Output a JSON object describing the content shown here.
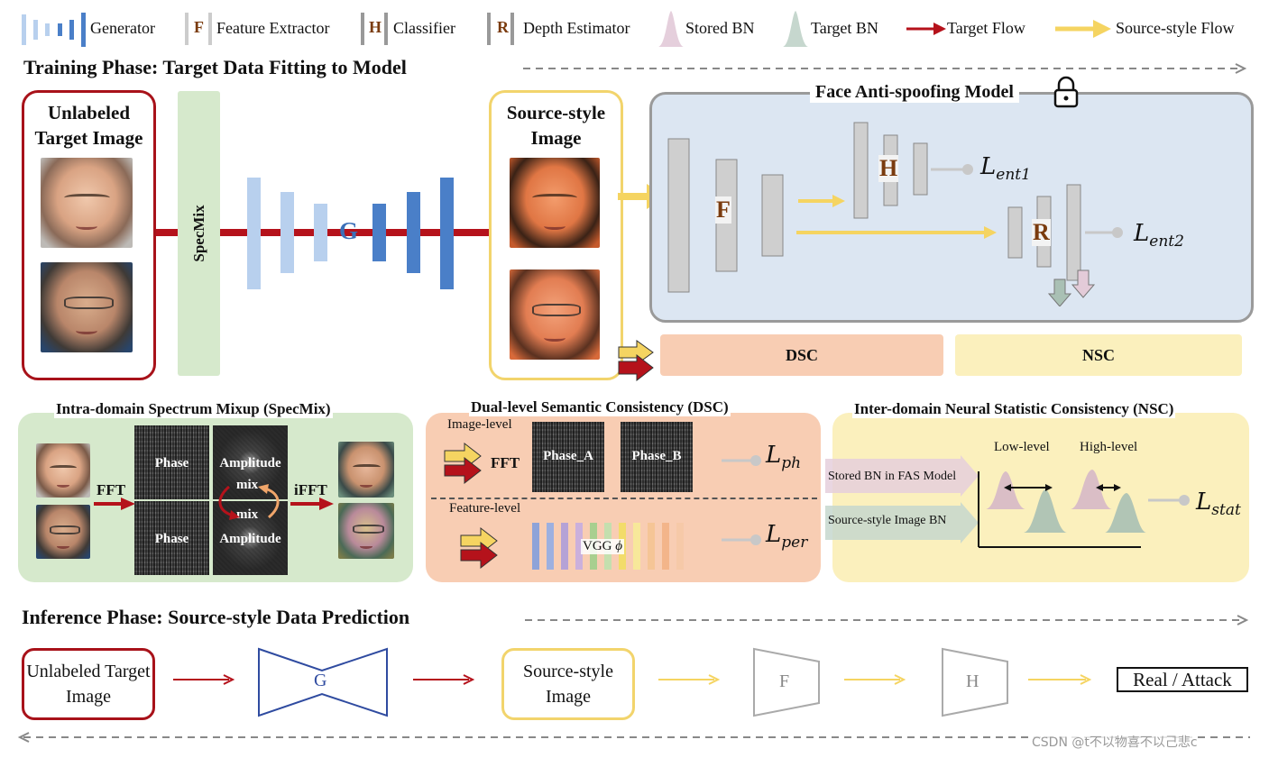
{
  "legend": {
    "generator": "Generator",
    "feature_extractor": "Feature Extractor",
    "feature_letter": "F",
    "classifier": "Classifier",
    "classifier_letter": "H",
    "depth_estimator": "Depth Estimator",
    "depth_letter": "R",
    "stored_bn": "Stored BN",
    "target_bn": "Target BN",
    "target_flow": "Target Flow",
    "source_flow": "Source-style Flow"
  },
  "training": {
    "title": "Training Phase:  Target Data Fitting to Model",
    "unlabeled_target": "Unlabeled Target Image",
    "specmix": "SpecMix",
    "generator_letter": "G",
    "source_style": "Source-style Image",
    "fas_model": "Face Anti-spoofing Model",
    "f_letter": "F",
    "h_letter": "H",
    "r_letter": "R",
    "loss_ent1": "L",
    "loss_ent1_sub": "ent1",
    "loss_ent2": "L",
    "loss_ent2_sub": "ent2",
    "dsc": "DSC",
    "nsc": "NSC"
  },
  "specmix_panel": {
    "title": "Intra-domain Spectrum Mixup (SpecMix)",
    "fft": "FFT",
    "ifft": "iFFT",
    "phase": "Phase",
    "amplitude": "Amplitude",
    "mix": "mix"
  },
  "dsc_panel": {
    "title": "Dual-level Semantic Consistency (DSC)",
    "image_level": "Image-level",
    "fft": "FFT",
    "phase_a": "Phase_A",
    "phase_b": "Phase_B",
    "loss_ph": "L",
    "loss_ph_sub": "ph",
    "feature_level": "Feature-level",
    "vgg": "VGG",
    "phi": "ϕ",
    "loss_per": "L",
    "loss_per_sub": "per",
    "vgg_colors": [
      "#8ea3d8",
      "#9db0e0",
      "#b5a2d6",
      "#cbb0dc",
      "#a8cf8f",
      "#c4dfae",
      "#f2dc6a",
      "#f7e89a",
      "#f5c596",
      "#f3b58a",
      "#f6c9a8"
    ]
  },
  "nsc_panel": {
    "title": "Inter-domain Neural Statistic Consistency (NSC)",
    "low_level": "Low-level",
    "high_level": "High-level",
    "stored_bn_label": "Stored BN in FAS Model",
    "source_bn_label": "Source-style Image BN",
    "loss_stat": "L",
    "loss_stat_sub": "stat"
  },
  "inference": {
    "title": "Inference Phase:  Source-style Data Prediction",
    "unlabeled_target": "Unlabeled Target Image",
    "g": "G",
    "source_style": "Source-style Image",
    "f": "F",
    "h": "H",
    "output": "Real / Attack"
  },
  "watermark": "CSDN @t不以物喜不以己悲c",
  "colors": {
    "target_flow": "#b5121b",
    "source_flow": "#f5d461",
    "generator_light": "#b8d0ee",
    "generator_dark": "#4a7fc8",
    "fas_bg": "#dce6f2",
    "specmix_bg": "#d6e9cc",
    "dsc_bg": "#f8cdb3",
    "nsc_bg": "#fbf0bd",
    "stored_bn": "#cfb2c4",
    "target_bn": "#a9c0b4"
  }
}
